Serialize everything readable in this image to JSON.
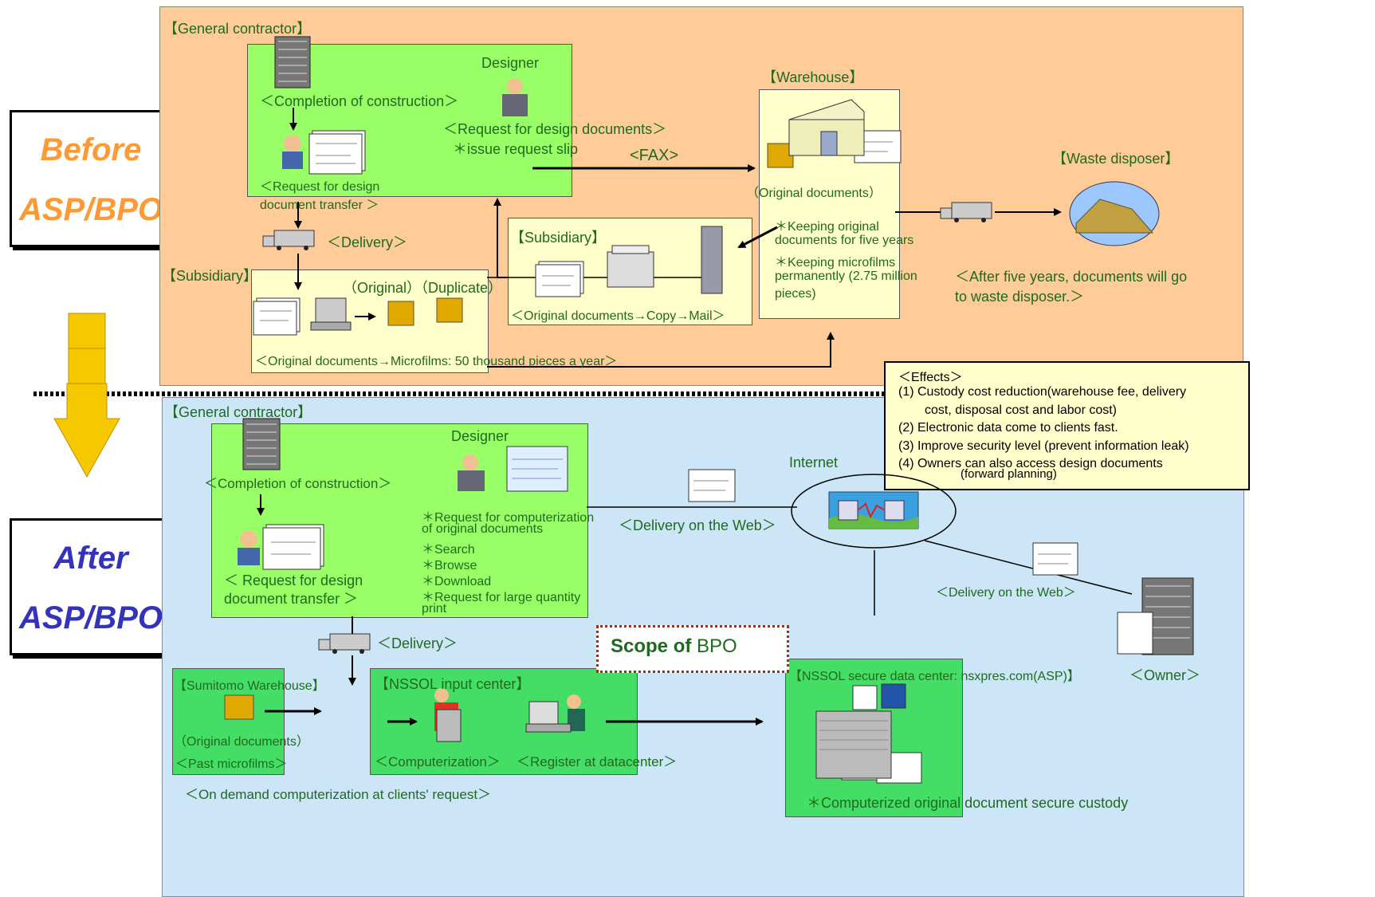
{
  "side_labels": {
    "before_line1": "Before",
    "before_line2": "ASP/BPO",
    "after_line1": "After",
    "after_line2": "ASP/BPO"
  },
  "before": {
    "general_contractor": "【General contractor】",
    "completion": "＜Completion of construction＞",
    "designer": "Designer",
    "request_design_docs": "＜Request for design documents＞",
    "issue_request_slip": "＊issue request slip",
    "request_transfer_l1": "＜Request for design",
    "request_transfer_l2": "document transfer ＞",
    "fax": "<FAX>",
    "delivery": "＜Delivery＞",
    "subsidiary_left": "【Subsidiary】",
    "original_duplicate": "（Original）（Duplicate）",
    "microfilm_caption": "＜Original documents→Microfilms: 50 thousand pieces a year＞",
    "subsidiary_mid": "【Subsidiary】",
    "copy_mail": "＜Original documents→Copy→Mail＞",
    "warehouse": "【Warehouse】",
    "original_documents": "（Original documents）",
    "keeping_l1": "＊Keeping original",
    "keeping_l2": "documents for five years",
    "keeping_l3": "＊Keeping microfilms",
    "keeping_l4": "permanently (2.75 million",
    "keeping_l5": "pieces)",
    "waste_disposer": "【Waste disposer】",
    "after_five_l1": "＜After five years, documents will go",
    "after_five_l2": "to waste disposer.＞"
  },
  "effects": {
    "title": "＜Effects＞",
    "e1_l1": "(1)  Custody cost reduction(warehouse fee, delivery",
    "e1_l2": "cost, disposal cost and labor cost)",
    "e2": "(2)  Electronic data come to clients fast.",
    "e3": "(3)  Improve security level (prevent information leak)",
    "e4_l1": "(4)  Owners can also access design documents",
    "e4_l2": "(forward planning)"
  },
  "after": {
    "general_contractor": "【General contractor】",
    "completion": "＜Completion of construction＞",
    "designer": "Designer",
    "request_transfer_l1": "＜ Request for design",
    "request_transfer_l2": "document transfer ＞",
    "req_l1": "＊Request for computerization",
    "req_l2": "of original documents",
    "req_l3": "＊Search",
    "req_l4": "＊Browse",
    "req_l5": "＊Download",
    "req_l6": "＊Request for large quantity",
    "req_l7": "print",
    "internet": "Internet",
    "delivery_web_1": "＜Delivery on the Web＞",
    "delivery_web_2": "＜Delivery on the Web＞",
    "owner": "＜Owner＞",
    "delivery": "＜Delivery＞",
    "scope_bold": "Scope of ",
    "scope_plain": "BPO",
    "sumitomo": "【Sumitomo Warehouse】",
    "original_documents": "（Original documents）",
    "past_microfilms": "＜Past microfilms＞",
    "input_center": "【NSSOL input center】",
    "computerization": "＜Computerization＞",
    "register": "＜Register at datacenter＞",
    "on_demand": "＜On demand computerization at clients' request＞",
    "data_center": "【NSSOL secure data center: nsxpres.com(ASP)】",
    "secure_custody": "＊Computerized original document secure custody"
  },
  "colors": {
    "before_panel": "#ffcc99",
    "after_panel": "#cce6f8",
    "box_green": "#99ff66",
    "box_mid_green": "#44dd66",
    "box_cream": "#ffffcc",
    "text_green": "#1f6a1f",
    "before_orange": "#ff9933",
    "after_blue": "#3333bb",
    "arrow_yellow": "#f5c800"
  }
}
